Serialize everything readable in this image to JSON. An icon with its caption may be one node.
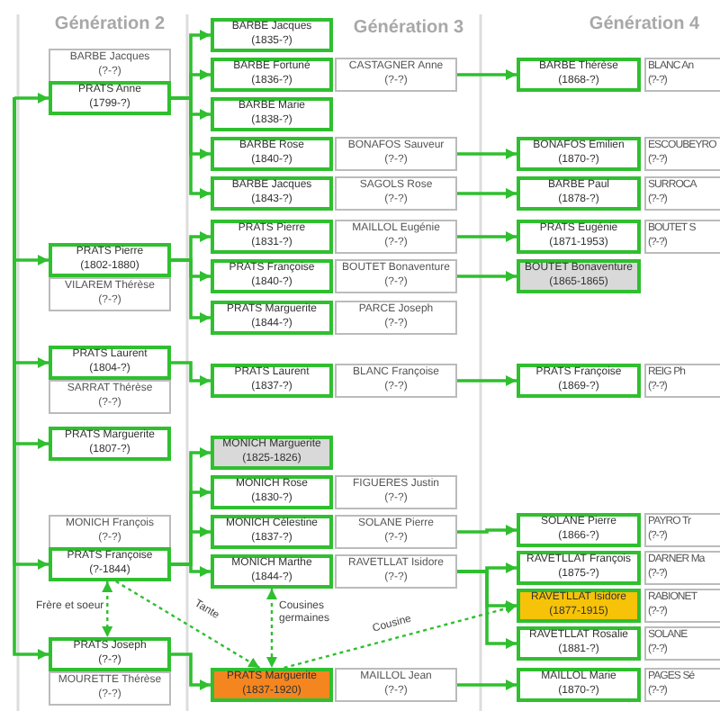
{
  "diagram": {
    "nodes": [
      {
        "text": [
          "BARBE Jacques",
          "(?-?)"
        ]
      },
      {
        "text": [
          "PRATS Anne",
          "(1799-?)"
        ]
      },
      {
        "text": [
          "PRATS Pierre",
          "(1802-1880)"
        ]
      },
      {
        "text": [
          "VILAREM Thérèse",
          "(?-?)"
        ]
      },
      {
        "text": [
          "PRATS Laurent",
          "(1804-?)"
        ]
      },
      {
        "text": [
          "SARRAT Thérèse",
          "(?-?)"
        ]
      },
      {
        "text": [
          "PRATS Marguerite",
          "(1807-?)"
        ]
      },
      {
        "text": [
          "MONICH François",
          "(?-?)"
        ]
      },
      {
        "text": [
          "PRATS Françoise",
          "(?-1844)"
        ]
      },
      {
        "text": [
          "PRATS Joseph",
          "(?-?)"
        ]
      },
      {
        "text": [
          "MOURETTE Thérèse",
          "(?-?)"
        ]
      },
      {
        "text": [
          "BARBE Jacques",
          "(1835-?)"
        ]
      },
      {
        "text": [
          "BARBE Fortuné",
          "(1836-?)"
        ]
      },
      {
        "text": [
          "BARBE Marie",
          "(1838-?)"
        ]
      },
      {
        "text": [
          "BARBE Rose",
          "(1840-?)"
        ]
      },
      {
        "text": [
          "BARBE Jacques",
          "(1843-?)"
        ]
      },
      {
        "text": [
          "PRATS Pierre",
          "(1831-?)"
        ]
      },
      {
        "text": [
          "PRATS Françoise",
          "(1840-?)"
        ]
      },
      {
        "text": [
          "PRATS Marguerite",
          "(1844-?)"
        ]
      },
      {
        "text": [
          "PRATS Laurent",
          "(1837-?)"
        ]
      },
      {
        "text": [
          "MONICH Marguerite",
          "(1825-1826)"
        ]
      },
      {
        "text": [
          "MONICH Rose",
          "(1830-?)"
        ]
      },
      {
        "text": [
          "MONICH Célestine",
          "(1837-?)"
        ]
      },
      {
        "text": [
          "MONICH Marthe",
          "(1844-?)"
        ]
      },
      {
        "text": [
          "PRATS Marguerite",
          "(1837-1920)"
        ]
      },
      {
        "text": [
          "CASTAGNER Anne",
          "(?-?)"
        ]
      },
      {
        "text": [
          "BONAFOS Sauveur",
          "(?-?)"
        ]
      },
      {
        "text": [
          "SAGOLS Rose",
          "(?-?)"
        ]
      },
      {
        "text": [
          "MAILLOL Eugénie",
          "(?-?)"
        ]
      },
      {
        "text": [
          "BOUTET Bonaventure",
          "(?-?)"
        ]
      },
      {
        "text": [
          "PARCE Joseph",
          "(?-?)"
        ]
      },
      {
        "text": [
          "BLANC Françoise",
          "(?-?)"
        ]
      },
      {
        "text": [
          "FIGUERES Justin",
          "(?-?)"
        ]
      },
      {
        "text": [
          "SOLANE Pierre",
          "(?-?)"
        ]
      },
      {
        "text": [
          "RAVETLLAT Isidore",
          "(?-?)"
        ]
      },
      {
        "text": [
          "MAILLOL Jean",
          "(?-?)"
        ]
      },
      {
        "text": [
          "BARBE Thérèse",
          "(1868-?)"
        ]
      },
      {
        "text": [
          "BONAFOS Emilien",
          "(1870-?)"
        ]
      },
      {
        "text": [
          "BARBE Paul",
          "(1878-?)"
        ]
      },
      {
        "text": [
          "PRATS Eugénie",
          "(1871-1953)"
        ]
      },
      {
        "text": [
          "BOUTET Bonaventure",
          "(1865-1865)"
        ]
      },
      {
        "text": [
          "PRATS Françoise",
          "(1869-?)"
        ]
      },
      {
        "text": [
          "SOLANE Pierre",
          "(1866-?)"
        ]
      },
      {
        "text": [
          "RAVETLLAT François",
          "(1875-?)"
        ]
      },
      {
        "text": [
          "RAVETLLAT Isidore",
          "(1877-1915)"
        ]
      },
      {
        "text": [
          "RAVETLLAT Rosalie",
          "(1881-?)"
        ]
      },
      {
        "text": [
          "MAILLOL Marie",
          "(1870-?)"
        ]
      },
      {
        "text": [
          "BLANC An",
          "(?-?)"
        ]
      },
      {
        "text": [
          "ESCOUBEYRO",
          "(?-?)"
        ]
      },
      {
        "text": [
          "SURROCA",
          "(?-?)"
        ]
      },
      {
        "text": [
          "BOUTET S",
          "(?-?)"
        ]
      },
      {
        "text": [
          "REIG Ph",
          "(?-?)"
        ]
      },
      {
        "text": [
          "PAYRO Tr",
          "(?-?)"
        ]
      },
      {
        "text": [
          "DARNER Ma",
          "(?-?)"
        ]
      },
      {
        "text": [
          "RABIONET",
          "(?-?)"
        ]
      },
      {
        "text": [
          "SOLANE",
          "(?-?)"
        ]
      },
      {
        "text": [
          "PAGES Sé",
          "(?-?)"
        ]
      }
    ],
    "edges": [
      {
        "from": null,
        "to": 1,
        "arrow": "to"
      },
      {
        "from": null,
        "to": 2,
        "arrow": "to"
      },
      {
        "from": null,
        "to": 4,
        "arrow": "to"
      },
      {
        "from": null,
        "to": 6,
        "arrow": "to"
      },
      {
        "from": null,
        "to": 8,
        "arrow": "to"
      },
      {
        "from": null,
        "to": 9,
        "arrow": "to"
      },
      {
        "from": 1,
        "to": 11,
        "arrow": "to"
      },
      {
        "from": 1,
        "to": 12,
        "arrow": "to"
      },
      {
        "from": 1,
        "to": 13,
        "arrow": "to"
      },
      {
        "from": 1,
        "to": 14,
        "arrow": "to"
      },
      {
        "from": 1,
        "to": 15,
        "arrow": "to"
      },
      {
        "from": 2,
        "to": 16,
        "arrow": "to"
      },
      {
        "from": 2,
        "to": 17,
        "arrow": "to"
      },
      {
        "from": 2,
        "to": 18,
        "arrow": "to"
      },
      {
        "from": 4,
        "to": 19,
        "arrow": "to"
      },
      {
        "from": 8,
        "to": 20,
        "arrow": "to"
      },
      {
        "from": 8,
        "to": 21,
        "arrow": "to"
      },
      {
        "from": 8,
        "to": 22,
        "arrow": "to"
      },
      {
        "from": 8,
        "to": 23,
        "arrow": "to"
      },
      {
        "from": 9,
        "to": 24,
        "arrow": "to"
      },
      {
        "from": 25,
        "to": 36,
        "arrow": "to"
      },
      {
        "from": 26,
        "to": 37,
        "arrow": "to"
      },
      {
        "from": 27,
        "to": 38,
        "arrow": "to"
      },
      {
        "from": 28,
        "to": 39,
        "arrow": "to"
      },
      {
        "from": 29,
        "to": 40,
        "arrow": "to"
      },
      {
        "from": 31,
        "to": 41,
        "arrow": "to"
      },
      {
        "from": 33,
        "to": 42,
        "arrow": "to"
      },
      {
        "from": 34,
        "to": 43,
        "arrow": "to"
      },
      {
        "from": 34,
        "to": 44,
        "arrow": "to"
      },
      {
        "from": 34,
        "to": 45,
        "arrow": "to"
      },
      {
        "from": 35,
        "to": 46,
        "arrow": "to"
      },
      {
        "from": 8,
        "to": 9,
        "arrow": "both",
        "label": "Frère et soeur",
        "style": "dashed"
      },
      {
        "from": 8,
        "to": 24,
        "arrow": "to",
        "label": "Tante",
        "style": "dashed"
      },
      {
        "from": 23,
        "to": 24,
        "arrow": "both",
        "label": "Cousines germaines",
        "style": "dashed"
      },
      {
        "from": 24,
        "to": 44,
        "arrow": "to",
        "label": "Cousine",
        "style": "dashed"
      }
    ],
    "labels": [
      "Génération 2",
      "Génération 3",
      "Génération 4"
    ]
  }
}
